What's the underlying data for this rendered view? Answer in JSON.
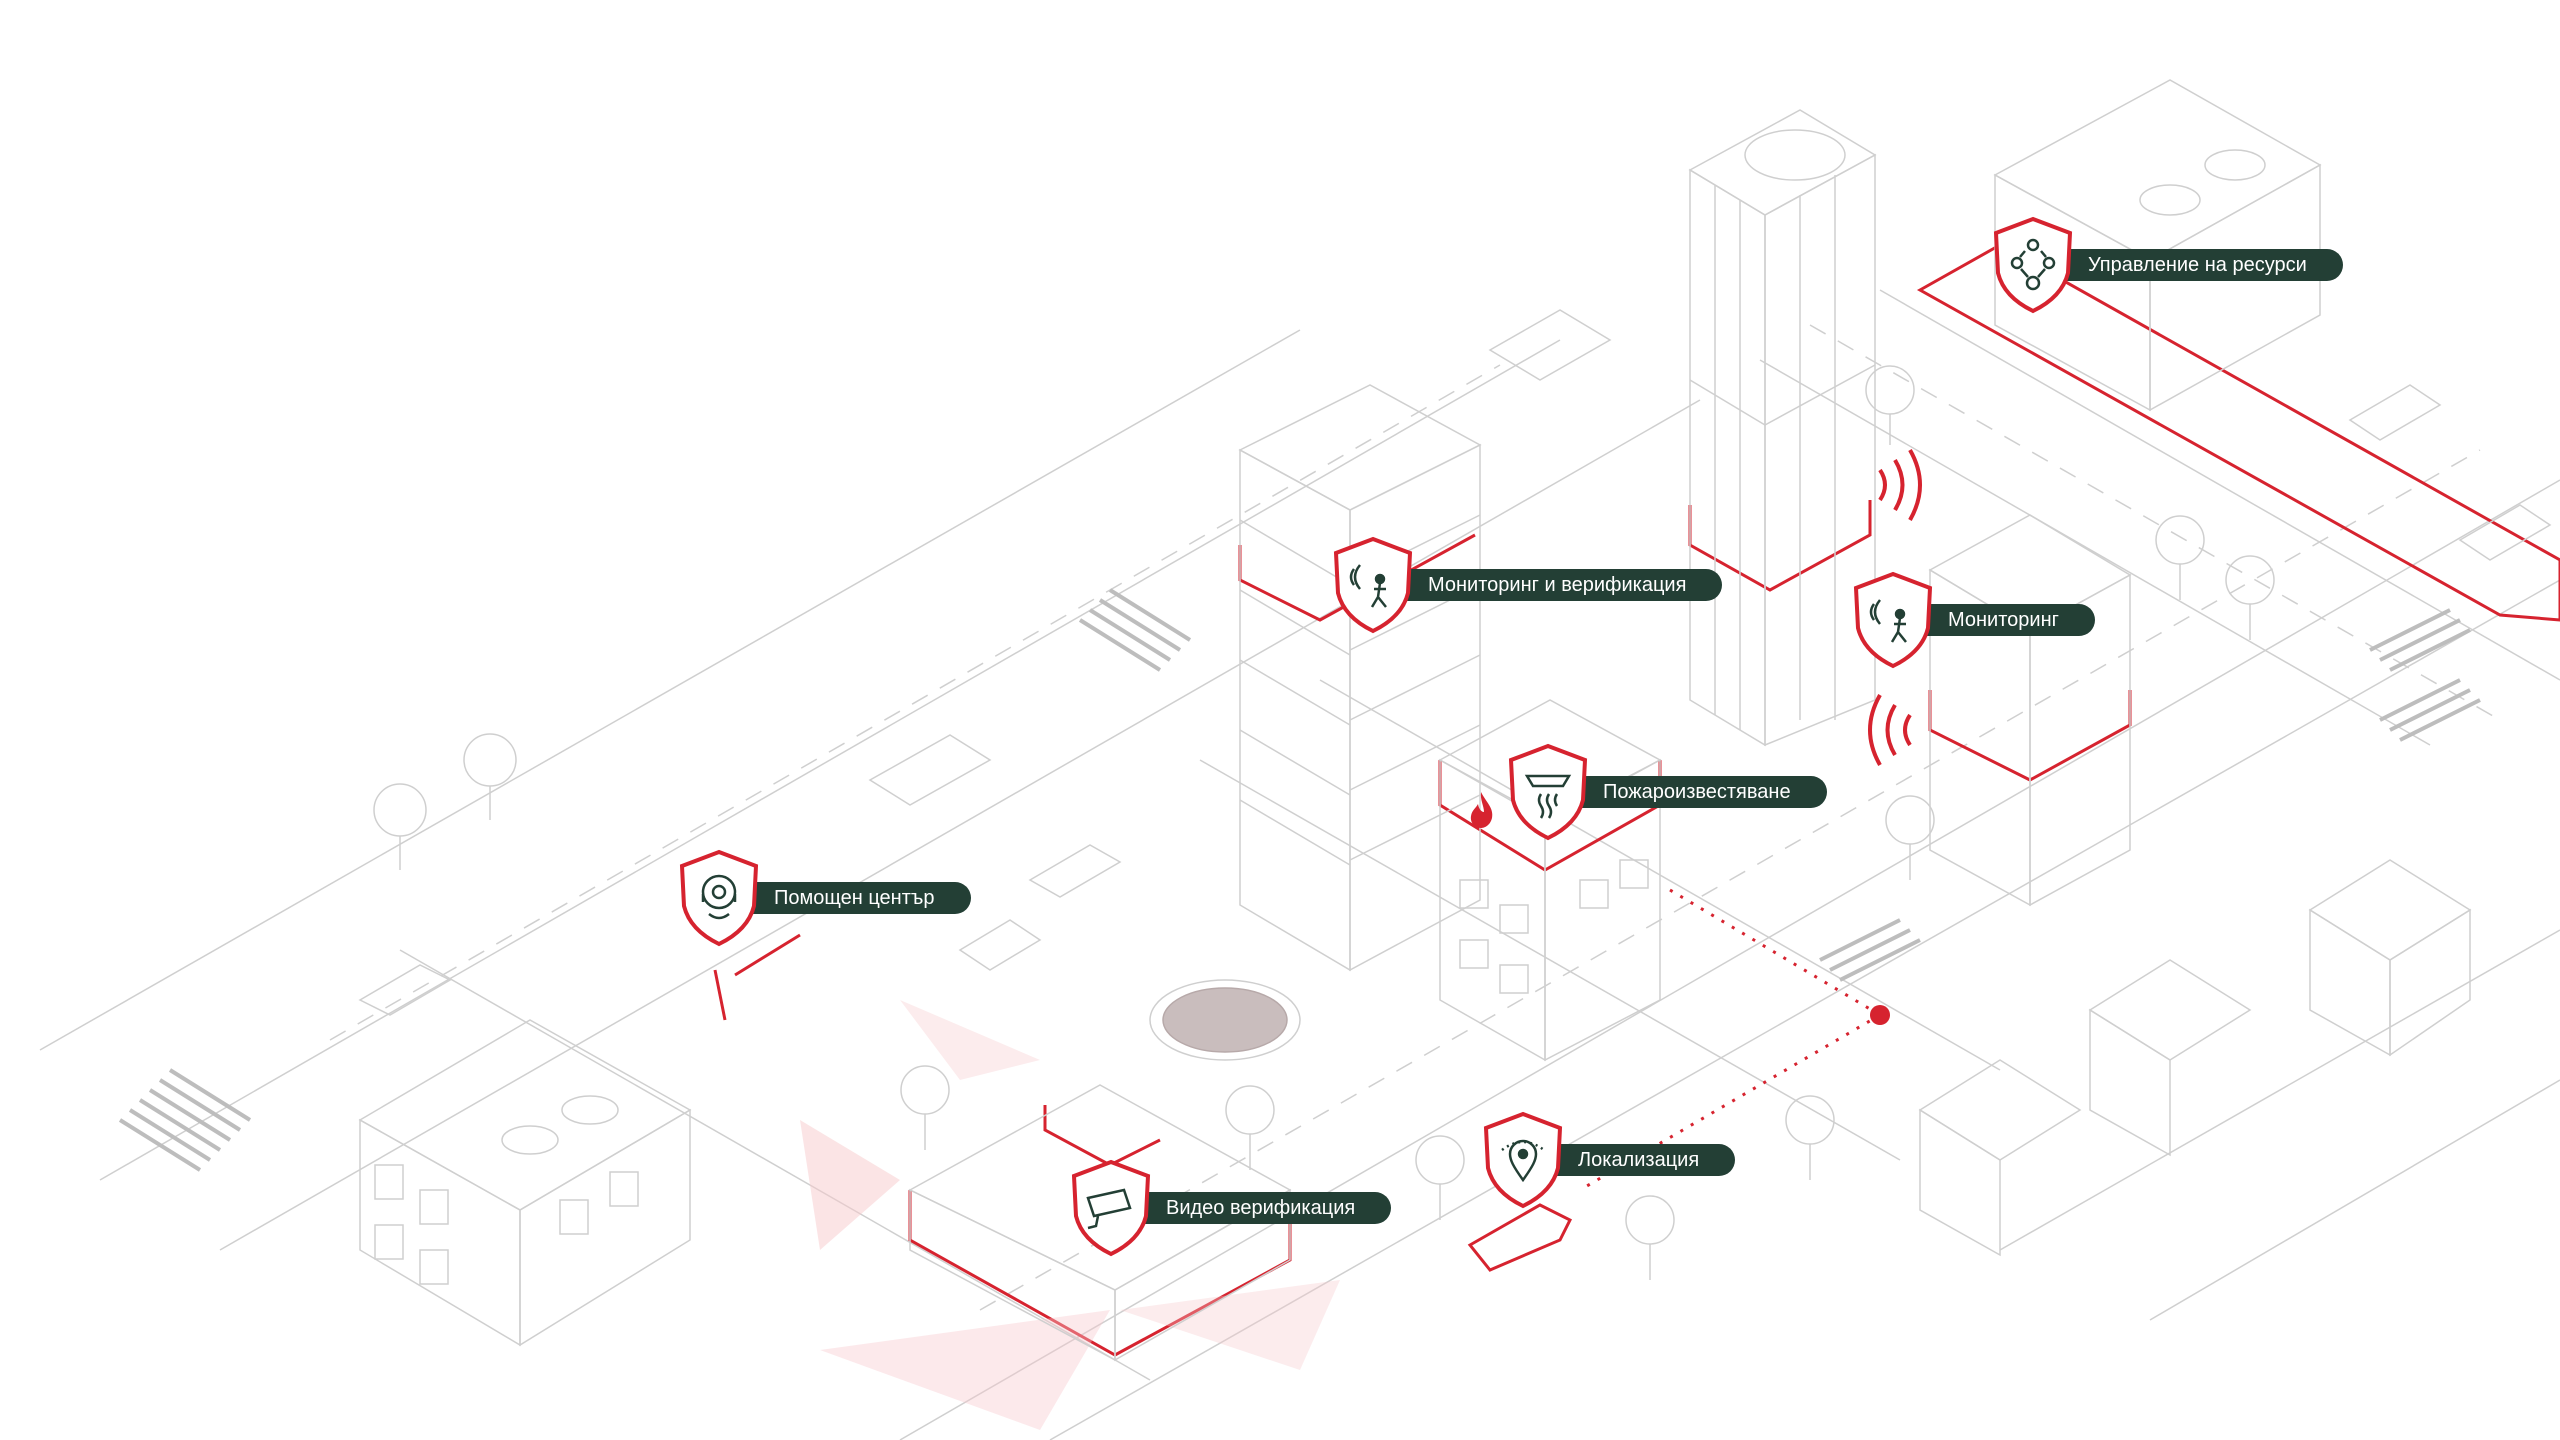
{
  "colors": {
    "accent": "#d6232f",
    "label_bg": "#233f35",
    "label_text": "#ffffff",
    "line": "#c8c8c8"
  },
  "badges": [
    {
      "id": "resources",
      "label": "Управление на ресурси",
      "icon": "resource-network-icon"
    },
    {
      "id": "monitoring-verification",
      "label": "Мониторинг и верификация",
      "icon": "motion-sensor-icon"
    },
    {
      "id": "monitoring",
      "label": "Мониторинг",
      "icon": "motion-sensor-icon"
    },
    {
      "id": "fire",
      "label": "Пожароизвестяване",
      "icon": "smoke-detector-icon"
    },
    {
      "id": "help",
      "label": "Помощен център",
      "icon": "headset-icon"
    },
    {
      "id": "video",
      "label": "Видео верификация",
      "icon": "camera-icon"
    },
    {
      "id": "location",
      "label": "Локализация",
      "icon": "location-pin-icon"
    }
  ]
}
